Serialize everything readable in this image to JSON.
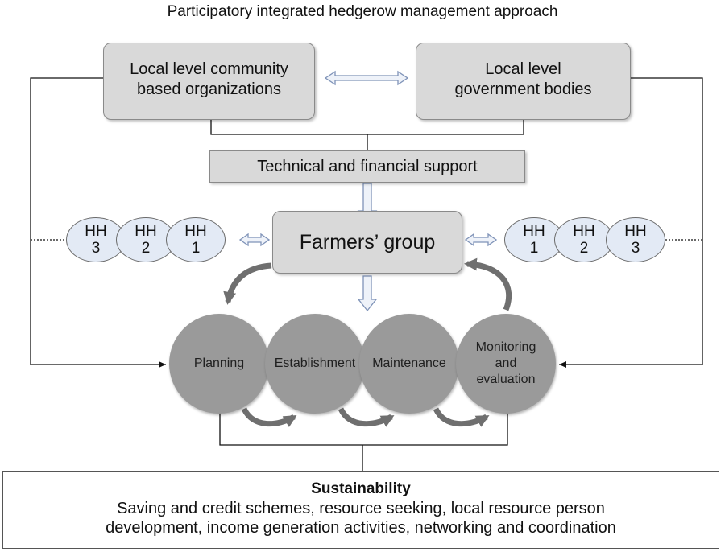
{
  "title": "Participatory integrated hedgerow management approach",
  "boxes": {
    "cbo": [
      "Local level community",
      "based organizations"
    ],
    "gov": [
      "Local level",
      "government bodies"
    ],
    "support": "Technical and financial support",
    "farmers": "Farmers’ group"
  },
  "households_left": [
    {
      "label": "HH",
      "num": "3"
    },
    {
      "label": "HH",
      "num": "2"
    },
    {
      "label": "HH",
      "num": "1"
    }
  ],
  "households_right": [
    {
      "label": "HH",
      "num": "1"
    },
    {
      "label": "HH",
      "num": "2"
    },
    {
      "label": "HH",
      "num": "3"
    }
  ],
  "cycle": [
    {
      "label": [
        "Planning"
      ]
    },
    {
      "label": [
        "Establishment"
      ]
    },
    {
      "label": [
        "Maintenance"
      ]
    },
    {
      "label": [
        "Monitoring",
        "and",
        "evaluation"
      ]
    }
  ],
  "sustainability": {
    "heading": "Sustainability",
    "line1": "Saving and credit schemes, resource seeking, local resource person",
    "line2": "development, income generation activities, networking and coordination"
  },
  "colors": {
    "box_fill": "#d9d9d9",
    "household_fill": "#e3eaf5",
    "cycle_fill": "#9a9a9a",
    "arrow_outline": "#7f93b8"
  }
}
